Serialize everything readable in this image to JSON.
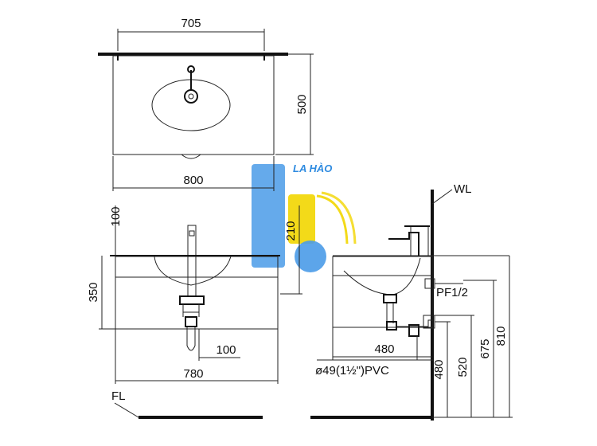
{
  "logo": {
    "text": "LA HÀO",
    "colors": {
      "blue": "#4a9be8",
      "yellow": "#f2d600",
      "text": "#2f8be0"
    }
  },
  "top_view": {
    "dim_top": "705",
    "dim_side": "500",
    "dim_bottom": "800"
  },
  "front_view": {
    "dim_100_top": "100",
    "dim_210": "210",
    "dim_350": "350",
    "dim_100_mid": "100",
    "dim_780": "780",
    "floor_label": "FL"
  },
  "side_view": {
    "wall_label": "WL",
    "pipe_label": "PF1/2",
    "dim_480_h": "480",
    "pvc_label": "ø49(1½\")PVC",
    "dim_480_v": "480",
    "dim_520": "520",
    "dim_675": "675",
    "dim_810": "810"
  }
}
